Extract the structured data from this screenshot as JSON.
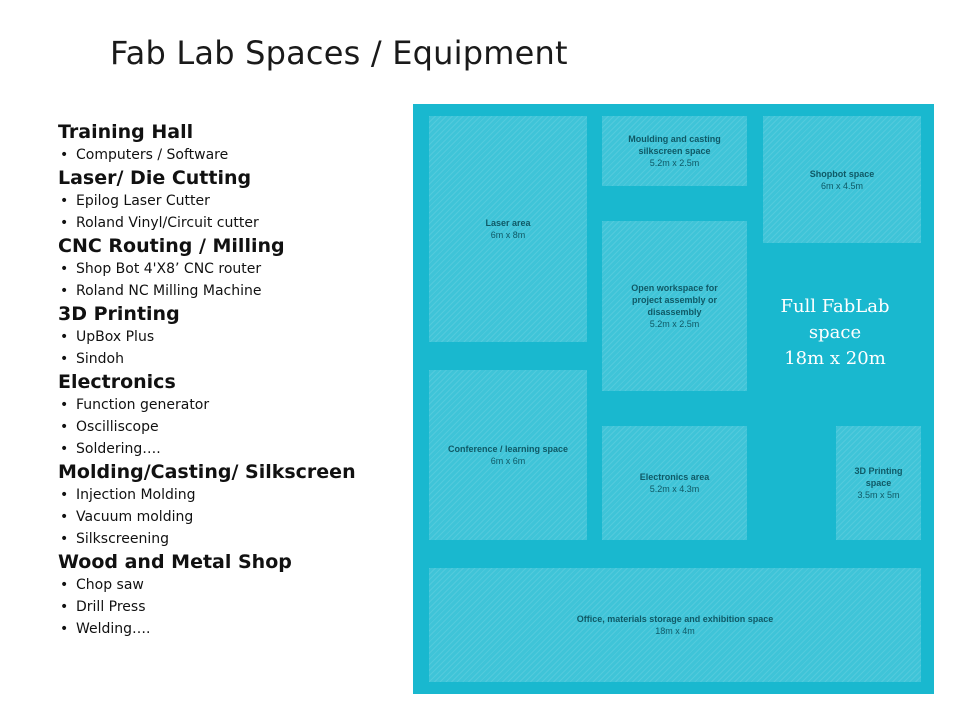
{
  "title": "Fab Lab Spaces / Equipment",
  "sections": [
    {
      "heading": "Training Hall",
      "items": [
        "Computers / Software"
      ]
    },
    {
      "heading": "Laser/ Die Cutting",
      "items": [
        "Epilog Laser Cutter",
        "Roland Vinyl/Circuit cutter"
      ]
    },
    {
      "heading": "CNC Routing / Milling",
      "items": [
        "Shop Bot 4'X8’  CNC router",
        "Roland NC Milling Machine"
      ]
    },
    {
      "heading": "3D Printing",
      "items": [
        "UpBox Plus",
        "Sindoh"
      ]
    },
    {
      "heading": "Electronics",
      "items": [
        "Function generator",
        "Oscilliscope",
        "Soldering…."
      ]
    },
    {
      "heading": "Molding/Casting/ Silkscreen",
      "items": [
        "Injection Molding",
        "Vacuum molding",
        "Silkscreening"
      ]
    },
    {
      "heading": "Wood and Metal Shop",
      "items": [
        "Chop saw",
        "Drill Press",
        "Welding…."
      ]
    }
  ],
  "floor_plan": {
    "background_color": "#19b8cf",
    "full_label": [
      "Full FabLab",
      "space",
      "18m x 20m"
    ],
    "rooms": {
      "laser": {
        "name": "Laser area",
        "size": "6m x 8m"
      },
      "moulding": {
        "name": "Moulding and casting silkscreen space",
        "size": "5.2m x 2.5m"
      },
      "shopbot": {
        "name": "Shopbot space",
        "size": "6m x 4.5m"
      },
      "open": {
        "name": "Open workspace for project assembly or disassembly",
        "size": "5.2m x 2.5m"
      },
      "conference": {
        "name": "Conference / learning space",
        "size": "6m x 6m"
      },
      "electronics": {
        "name": "Electronics area",
        "size": "5.2m x 4.3m"
      },
      "printing": {
        "name": "3D Printing space",
        "size": "3.5m x 5m"
      },
      "office": {
        "name": "Office, materials storage and exhibition space",
        "size": "18m x 4m"
      }
    }
  }
}
